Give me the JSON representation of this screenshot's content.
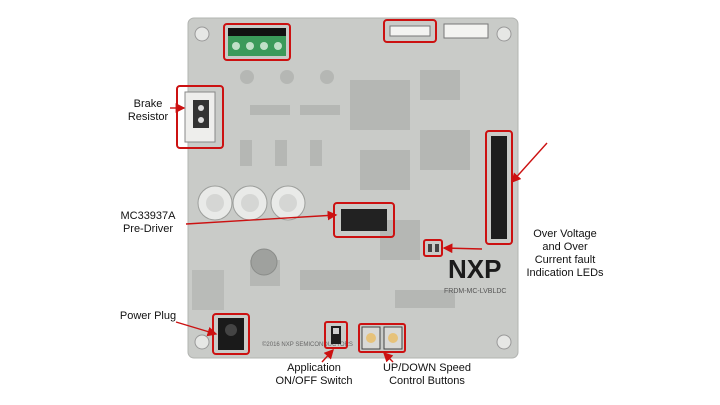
{
  "figure": {
    "board_silkscreen_logo": "NXP",
    "board_part_number": "FRDM-MC-LVBLDC",
    "board_copyright": "©2016 NXP SEMICONDUCTORS",
    "colors": {
      "board": "#c9cbc8",
      "board_edge": "#a9aba8",
      "callout": "#cc1111",
      "connector_green": "#3b9a5a",
      "chip": "#222222"
    }
  },
  "labels": {
    "brake_resistor": [
      "Brake",
      "Resistor"
    ],
    "pre_driver": [
      "MC33937A",
      "Pre-Driver"
    ],
    "fault_leds": [
      "Over Voltage",
      "and Over",
      "Current fault",
      "Indication LEDs"
    ],
    "power_plug": [
      "Power  Plug"
    ],
    "app_switch": [
      "Application",
      "ON/OFF Switch"
    ],
    "speed_buttons": [
      "UP/DOWN Speed",
      "Control Buttons"
    ]
  }
}
